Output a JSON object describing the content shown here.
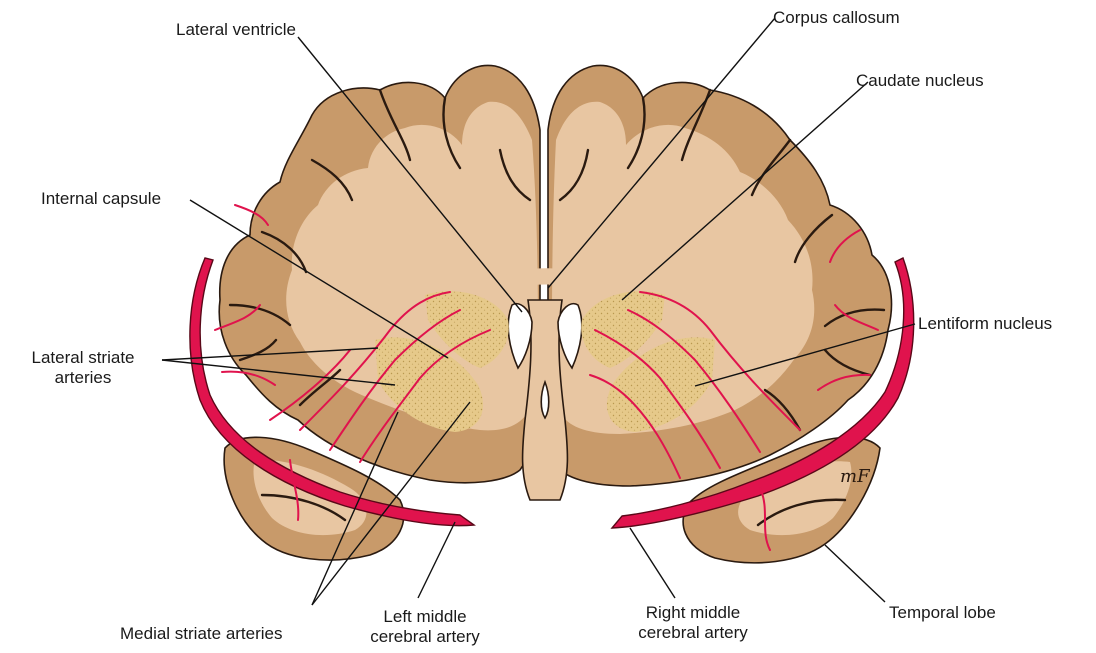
{
  "labels": {
    "lateral_ventricle": "Lateral ventricle",
    "corpus_callosum": "Corpus callosum",
    "caudate_nucleus": "Caudate nucleus",
    "internal_capsule": "Internal capsule",
    "lentiform_nucleus": "Lentiform nucleus",
    "lateral_striate_line1": "Lateral striate",
    "lateral_striate_line2": "arteries",
    "medial_striate": "Medial striate arteries",
    "left_mca_line1": "Left middle",
    "left_mca_line2": "cerebral artery",
    "right_mca_line1": "Right middle",
    "right_mca_line2": "cerebral artery",
    "temporal_lobe": "Temporal lobe"
  },
  "signature": "mF",
  "colors": {
    "gray_matter": "#c89a6a",
    "white_matter": "#e8c6a2",
    "nucleus": "#e6c98a",
    "artery": "#e0134d",
    "outline": "#2a1a10"
  }
}
